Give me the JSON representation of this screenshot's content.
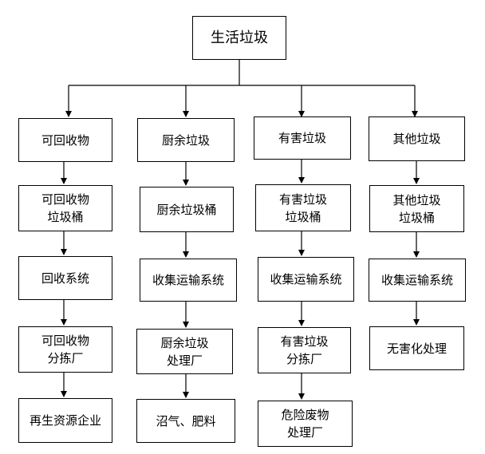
{
  "root": "生活垃圾",
  "columns": [
    {
      "nodes": [
        "可回收物",
        "可回收物\n垃圾桶",
        "回收系统",
        "可回收物\n分拣厂",
        "再生资源企业"
      ]
    },
    {
      "nodes": [
        "厨余垃圾",
        "厨余垃圾桶",
        "收集运输系统",
        "厨余垃圾\n处理厂",
        "沼气、肥料"
      ]
    },
    {
      "nodes": [
        "有害垃圾",
        "有害垃圾\n垃圾桶",
        "收集运输系统",
        "有害垃圾\n分拣厂",
        "危险废物\n处理厂"
      ]
    },
    {
      "nodes": [
        "其他垃圾",
        "其他垃圾\n垃圾桶",
        "收集运输系统",
        "无害化处理"
      ]
    }
  ]
}
